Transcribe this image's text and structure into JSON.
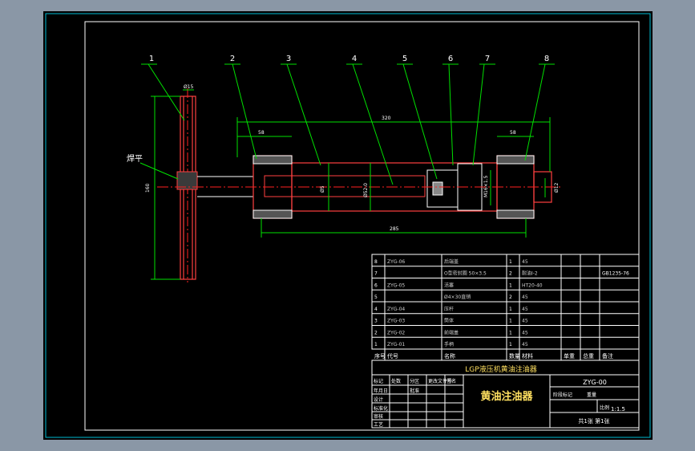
{
  "balloons": [
    "1",
    "2",
    "3",
    "4",
    "5",
    "6",
    "7",
    "8"
  ],
  "callout": "焊平",
  "dims": {
    "top_small": "Ø15",
    "overall": "320",
    "left_len": "58",
    "right_len": "58",
    "bottom": "285",
    "handle_len": "160",
    "bore1": "Ø5",
    "bore2": "Ø52.0",
    "bore3": "M16×1.5",
    "end": "Ø12"
  },
  "parts_table": {
    "rows": [
      {
        "no": "8",
        "code": "ZYG-06",
        "name": "后端盖",
        "qty": "1",
        "material": "45",
        "note": ""
      },
      {
        "no": "7",
        "code": "",
        "name": "O型密封圈 50×3.5",
        "qty": "2",
        "material": "耐油I-2",
        "note": "GB1235-76"
      },
      {
        "no": "6",
        "code": "ZYG-05",
        "name": "活塞",
        "qty": "1",
        "material": "HT20-40",
        "note": ""
      },
      {
        "no": "5",
        "code": "",
        "name": "Ø4×30直销",
        "qty": "2",
        "material": "45",
        "note": ""
      },
      {
        "no": "4",
        "code": "ZYG-04",
        "name": "压杆",
        "qty": "1",
        "material": "45",
        "note": ""
      },
      {
        "no": "3",
        "code": "ZYG-03",
        "name": "筒体",
        "qty": "1",
        "material": "45",
        "note": ""
      },
      {
        "no": "2",
        "code": "ZYG-02",
        "name": "前端盖",
        "qty": "1",
        "material": "45",
        "note": ""
      },
      {
        "no": "1",
        "code": "ZYG-01",
        "name": "手柄",
        "qty": "1",
        "material": "45",
        "note": ""
      }
    ],
    "header": [
      "序号",
      "代号",
      "名称",
      "数量",
      "材料",
      "单重",
      "总重",
      "备注"
    ]
  },
  "title_block": {
    "school": "LGP液压机黄油注油器",
    "title": "黄油注油器",
    "drawing_no": "ZYG-00",
    "scale": "1:1.5",
    "sheet": "共1张 第1张",
    "labels": [
      "标记",
      "处数",
      "分区",
      "更改文件号",
      "签名",
      "年月日",
      "设计",
      "标准化",
      "审核",
      "工艺",
      "批准",
      "阶段标记",
      "重量",
      "比例"
    ]
  },
  "colors": {
    "background": "#000000",
    "frame": "#00ffff",
    "outline": "#ffffff",
    "part": "#ff4040",
    "centerline": "#ff2020",
    "dimension": "#00e000",
    "text": "#ffffff"
  }
}
